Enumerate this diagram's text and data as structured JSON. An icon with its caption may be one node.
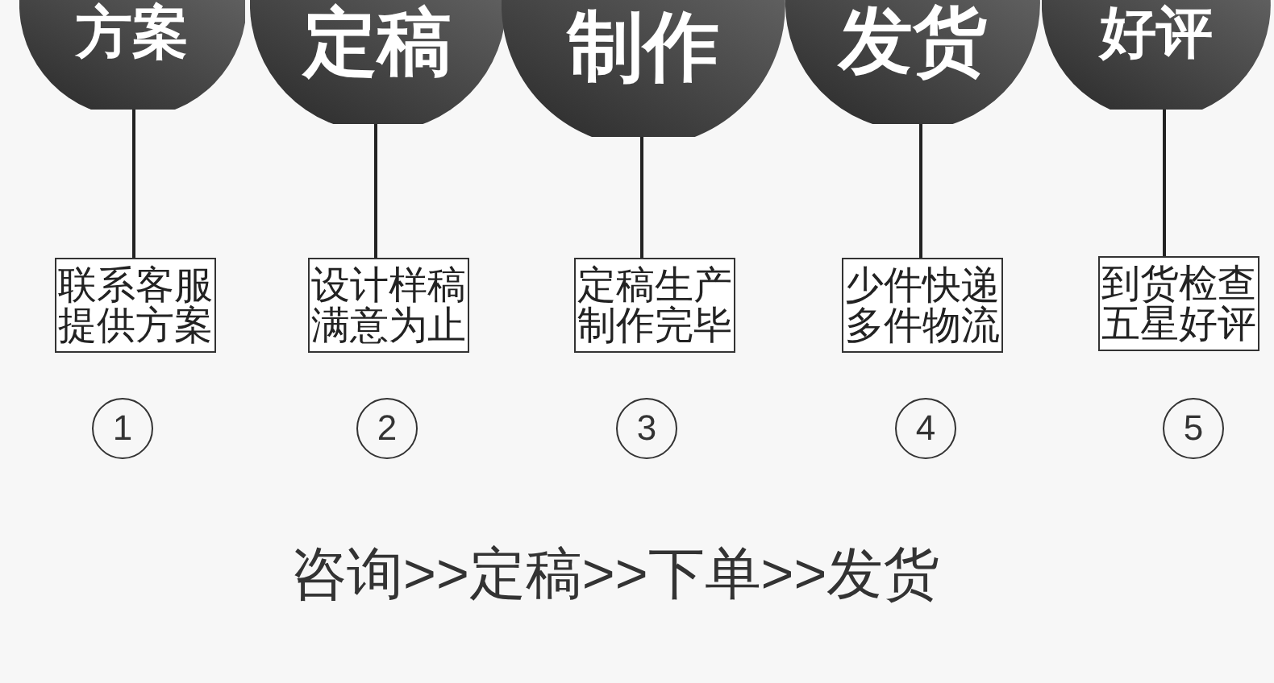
{
  "diagram": {
    "nodes": [
      {
        "text": [
          "方案"
        ]
      },
      {
        "text": [
          "定稿"
        ]
      },
      {
        "text": [
          "制作"
        ]
      },
      {
        "text": [
          "发货"
        ]
      },
      {
        "text": [
          "好评"
        ]
      },
      {
        "text": [
          "联系客服提供方案"
        ]
      },
      {
        "text": [
          "设计样稿满意为止"
        ]
      },
      {
        "text": [
          "定稿生产制作完毕"
        ]
      },
      {
        "text": [
          "少件快递多件物流"
        ]
      },
      {
        "text": [
          "到货检查五星好评"
        ]
      },
      {
        "text": [
          "1"
        ]
      },
      {
        "text": [
          "2"
        ]
      },
      {
        "text": [
          "3"
        ]
      },
      {
        "text": [
          "4"
        ]
      },
      {
        "text": [
          "5"
        ]
      }
    ],
    "edges": [
      {
        "from": 0,
        "to": 5,
        "arrow": "none"
      },
      {
        "from": 1,
        "to": 6,
        "arrow": "none"
      },
      {
        "from": 2,
        "to": 7,
        "arrow": "none"
      },
      {
        "from": 3,
        "to": 8,
        "arrow": "none"
      },
      {
        "from": 4,
        "to": 9,
        "arrow": "none"
      }
    ],
    "labels": [
      "咨询>>定稿>>下单>>发货"
    ]
  }
}
